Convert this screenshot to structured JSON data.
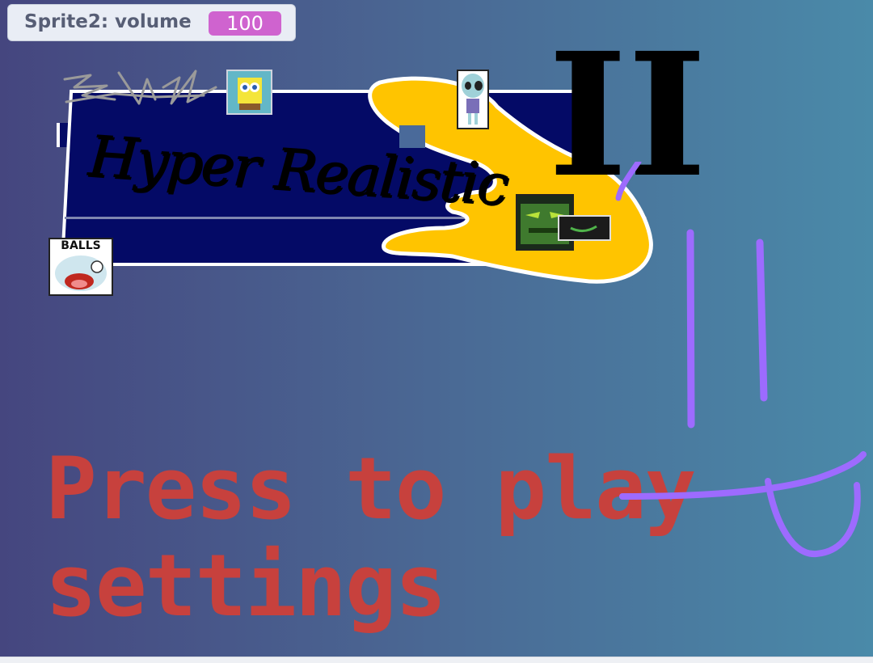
{
  "monitor": {
    "label": "Sprite2: volume",
    "value": "100"
  },
  "title": {
    "text": "Hyper Realistic",
    "numeral": "II"
  },
  "cards": {
    "balls_label": "BALLS"
  },
  "menu": {
    "play_label": "Press to play",
    "settings_label": "settings"
  },
  "colors": {
    "menu_text": "#c7413d",
    "monitor_value_bg": "#cf63cf",
    "banner": "#040a66",
    "hand": "#ffc400",
    "drawing_purple": "#9d6bff"
  },
  "icons": [
    "scribble-signature-icon",
    "spongebob-sprite-icon",
    "alien-sprite-icon",
    "balls-sprite-icon",
    "monster-sprite-icon",
    "yellow-hand-icon",
    "pause-drawing-icon"
  ]
}
